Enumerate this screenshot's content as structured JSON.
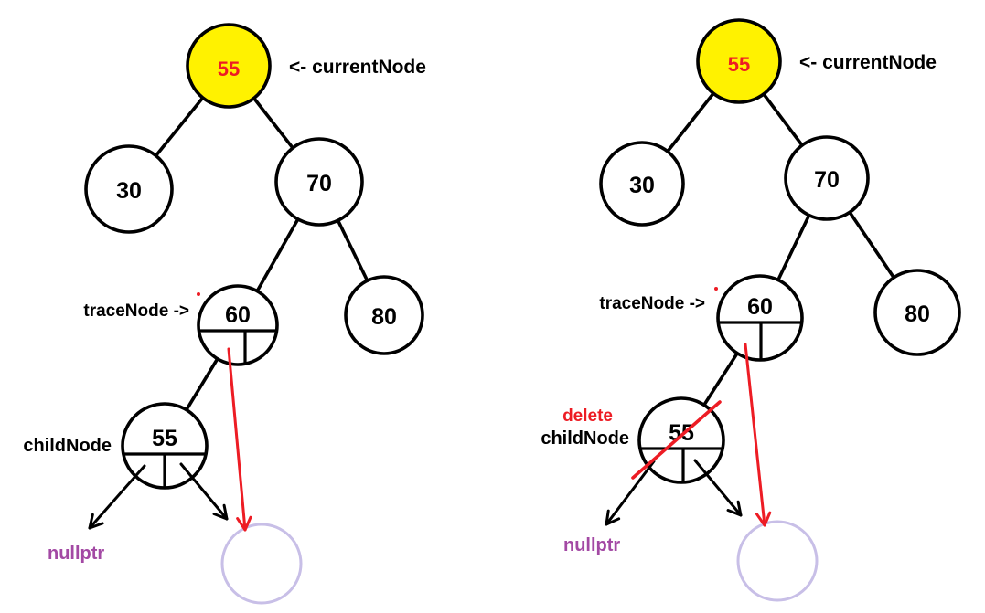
{
  "figure": {
    "description_name": "bst-delete-node-two-step-diagram"
  },
  "colors": {
    "background": "#FFFFFF",
    "node_stroke": "#000000",
    "highlight_fill": "#FFF200",
    "accent_red": "#ED1C24",
    "pointer_purple": "#A349A4",
    "ghost_lavender": "#C8BFE7"
  },
  "diagrams": [
    {
      "name": "before-delete",
      "labels": {
        "current": "<- currentNode",
        "trace": "traceNode ->",
        "child": "childNode",
        "nullptr": "nullptr"
      },
      "nodes": [
        {
          "key": "root",
          "value": "55",
          "role": "currentNode",
          "highlighted": true
        },
        {
          "key": "n30",
          "value": "30"
        },
        {
          "key": "n70",
          "value": "70"
        },
        {
          "key": "n60",
          "value": "60",
          "role": "traceNode",
          "pointer_cells": true
        },
        {
          "key": "n80",
          "value": "80"
        },
        {
          "key": "child",
          "value": "55",
          "role": "childNode",
          "pointer_cells": true
        },
        {
          "key": "ghost",
          "value": "",
          "ghost": true
        }
      ]
    },
    {
      "name": "after-delete",
      "labels": {
        "current": "<- currentNode",
        "trace": "traceNode ->",
        "delete": "delete",
        "child": "childNode",
        "nullptr": "nullptr"
      },
      "nodes": [
        {
          "key": "root",
          "value": "55",
          "role": "currentNode",
          "highlighted": true
        },
        {
          "key": "n30",
          "value": "30"
        },
        {
          "key": "n70",
          "value": "70"
        },
        {
          "key": "n60",
          "value": "60",
          "role": "traceNode",
          "pointer_cells": true
        },
        {
          "key": "n80",
          "value": "80"
        },
        {
          "key": "child",
          "value": "55",
          "role": "childNode",
          "pointer_cells": true,
          "crossed_out": true
        },
        {
          "key": "ghost",
          "value": "",
          "ghost": true
        }
      ]
    }
  ]
}
